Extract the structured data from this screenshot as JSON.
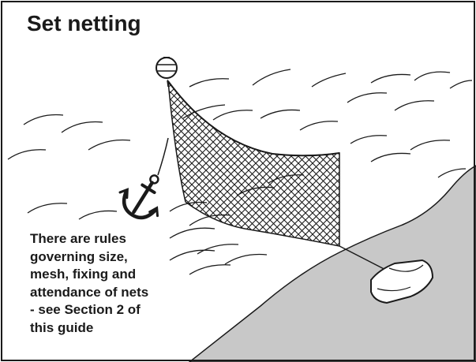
{
  "title": "Set netting",
  "note_lines": [
    "There are rules",
    "governing size,",
    "mesh, fixing and",
    "attendance of nets",
    "- see Section 2 of",
    "this guide"
  ],
  "colors": {
    "ink": "#1a1a1a",
    "shore": "#c8c8c8",
    "background": "#ffffff"
  },
  "icons": [
    "buoy-icon",
    "anchor-icon",
    "weight-block-icon"
  ]
}
